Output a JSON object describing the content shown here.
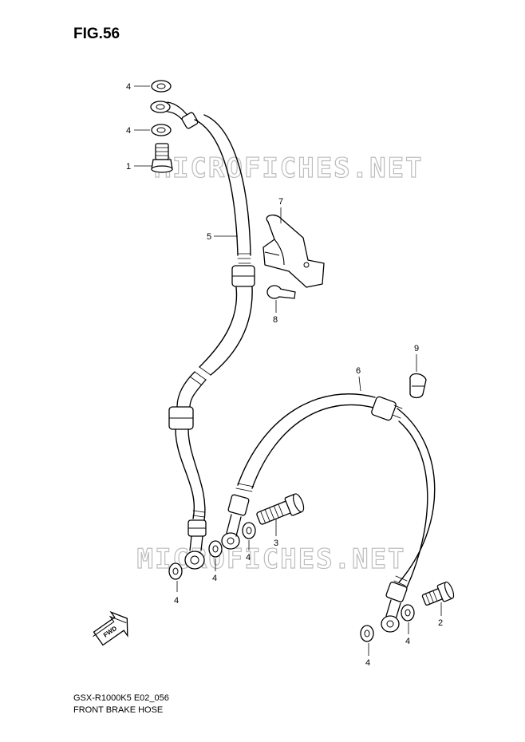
{
  "figure": {
    "title": "FIG.56",
    "model_code": "GSX-R1000K5 E02_056",
    "caption": "FRONT BRAKE HOSE"
  },
  "watermark": {
    "text": "MICROFICHES.NET",
    "color": "#d6d6d6"
  },
  "fwd_badge": "FWD",
  "callouts": [
    {
      "id": "c1",
      "number": "1"
    },
    {
      "id": "c2",
      "number": "2"
    },
    {
      "id": "c3",
      "number": "3"
    },
    {
      "id": "c4a",
      "number": "4"
    },
    {
      "id": "c4b",
      "number": "4"
    },
    {
      "id": "c4c",
      "number": "4"
    },
    {
      "id": "c4d",
      "number": "4"
    },
    {
      "id": "c4e",
      "number": "4"
    },
    {
      "id": "c4f",
      "number": "4"
    },
    {
      "id": "c4g",
      "number": "4"
    },
    {
      "id": "c5",
      "number": "5"
    },
    {
      "id": "c6",
      "number": "6"
    },
    {
      "id": "c7",
      "number": "7"
    },
    {
      "id": "c8",
      "number": "8"
    },
    {
      "id": "c9",
      "number": "9"
    }
  ]
}
